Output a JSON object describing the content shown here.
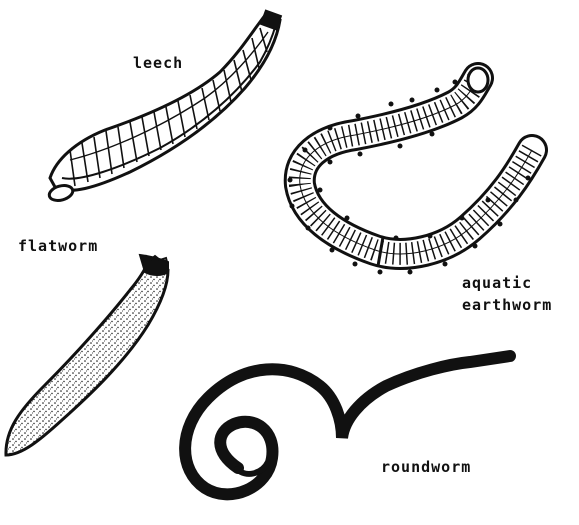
{
  "labels": {
    "leech": "leech",
    "flatworm": "flatworm",
    "aquatic_line1": "aquatic",
    "aquatic_line2": "earthworm",
    "roundworm": "roundworm"
  },
  "colors": {
    "ink": "#111111",
    "background": "#ffffff"
  }
}
